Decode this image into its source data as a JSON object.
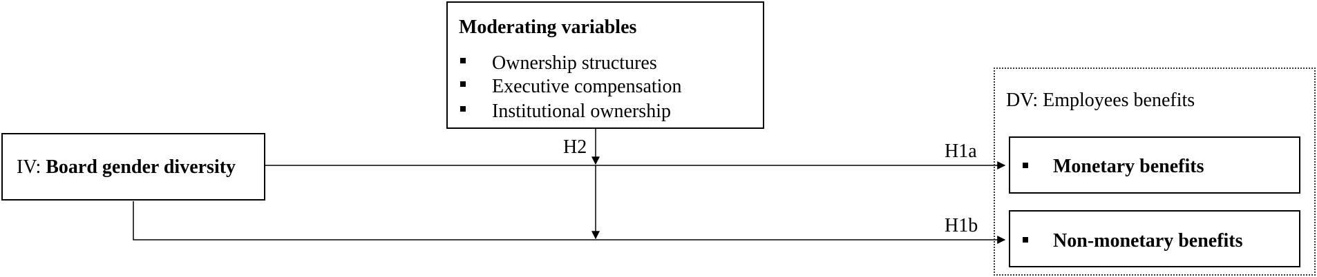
{
  "iv": {
    "prefix": "IV: ",
    "name": "Board gender diversity"
  },
  "moderators": {
    "title": "Moderating variables",
    "items": [
      "Ownership structures",
      "Executive compensation",
      "Institutional ownership"
    ]
  },
  "dv": {
    "title": "DV: Employees benefits",
    "outcomes": [
      "Monetary benefits",
      "Non-monetary benefits"
    ]
  },
  "hypotheses": {
    "h2": "H2",
    "h1a": "H1a",
    "h1b": "H1b"
  }
}
